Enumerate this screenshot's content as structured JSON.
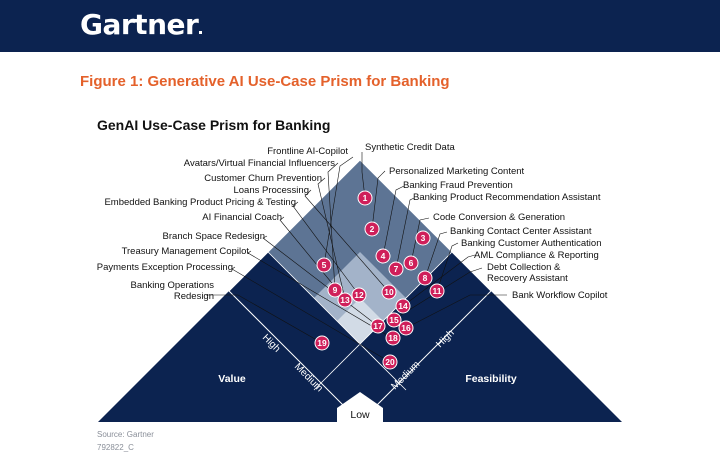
{
  "brand": {
    "logo_text": "Gartner"
  },
  "figure_title": "Figure 1: Generative AI Use-Case Prism for Banking",
  "diagram": {
    "title": "GenAI Use-Case Prism for Banking",
    "axes": {
      "value_label": "Value",
      "feasibility_label": "Feasibility",
      "left_high": "High",
      "left_medium": "Medium",
      "right_high": "High",
      "right_medium": "Medium",
      "low": "Low"
    },
    "colors": {
      "navy": "#0c2350",
      "zone_mid": "#5d7494",
      "zone_light": "#a3b3c9",
      "zone_pale": "#d2dbe6",
      "badge": "#cf1f5a",
      "brand_orange": "#e4612b"
    },
    "use_cases": [
      {
        "num": "1",
        "label": "Synthetic Credit Data"
      },
      {
        "num": "2",
        "label": "Personalized Marketing Content"
      },
      {
        "num": "3",
        "label": "Banking Fraud Prevention"
      },
      {
        "num": "4",
        "label": "Banking Product Recommendation Assistant"
      },
      {
        "num": "5",
        "label": "Frontline AI-Copilot"
      },
      {
        "num": "6",
        "label": "Code Conversion & Generation"
      },
      {
        "num": "7",
        "label": "Avatars/Virtual Financial Influencers"
      },
      {
        "num": "8",
        "label": "Banking Contact Center Assistant"
      },
      {
        "num": "9",
        "label": "Customer Churn Prevention"
      },
      {
        "num": "10",
        "label": "Loans Processing"
      },
      {
        "num": "11",
        "label": "Banking Customer Authentication"
      },
      {
        "num": "12",
        "label": "Embedded Banking Product Pricing & Testing"
      },
      {
        "num": "13",
        "label": "AI Financial Coach"
      },
      {
        "num": "14",
        "label": "AML Compliance & Reporting"
      },
      {
        "num": "15",
        "label": "Debt Collection &\nRecovery Assistant"
      },
      {
        "num": "16",
        "label": "Bank Workflow Copilot"
      },
      {
        "num": "17",
        "label": "Branch Space Redesign"
      },
      {
        "num": "18",
        "label": "Treasury Management Copilot"
      },
      {
        "num": "19",
        "label": "Banking Operations\nRedesign"
      },
      {
        "num": "20",
        "label": "Payments Exception Processing"
      }
    ]
  },
  "footer": {
    "source": "Source: Gartner",
    "code": "792822_C"
  }
}
